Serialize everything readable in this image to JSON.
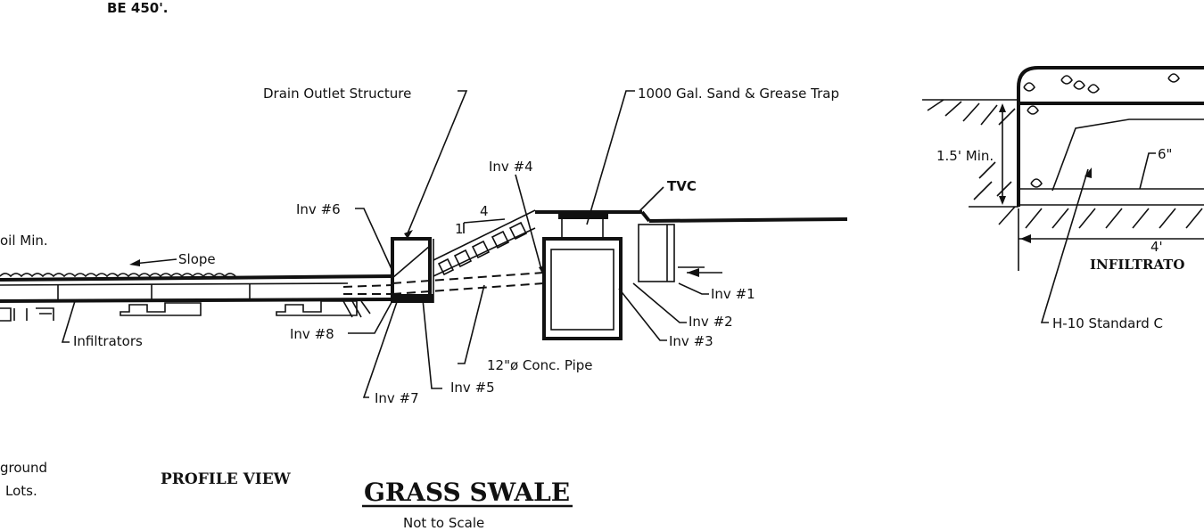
{
  "labels": {
    "top_note": "BE 450'.",
    "drain_outlet": "Drain Outlet Structure",
    "grease_trap": "1000 Gal. Sand & Grease Trap",
    "inv4": "Inv #4",
    "inv6": "Inv #6",
    "tvc": "TVC",
    "slope": "Slope",
    "soil_min": "oil Min.",
    "infiltrators": "Infiltrators",
    "inv8": "Inv #8",
    "inv1": "Inv #1",
    "inv2": "Inv #2",
    "inv3": "Inv #3",
    "pipe": "12\"ø Conc. Pipe",
    "inv5": "Inv #5",
    "inv7": "Inv #7",
    "slope_rise": "1",
    "slope_run": "4",
    "min_depth": "1.5' Min.",
    "six_inch": "6\"",
    "width_4": "4'",
    "infiltrator_title": "INFILTRATO",
    "h10": "H-10 Standard C",
    "ground_line1": "ground",
    "ground_line2": "Lots.",
    "profile_view": "PROFILE VIEW",
    "grass_swale": "GRASS SWALE",
    "not_to_scale": "Not to Scale"
  },
  "colors": {
    "ink": "#111111",
    "paper": "#ffffff"
  }
}
